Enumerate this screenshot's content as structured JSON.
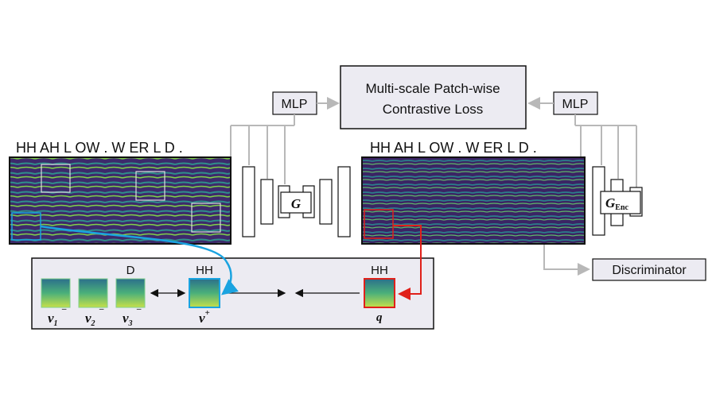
{
  "loss_box": {
    "line1": "Multi-scale Patch-wise",
    "line2": "Contrastive Loss"
  },
  "mlp_left": {
    "label": "MLP"
  },
  "mlp_right": {
    "label": "MLP"
  },
  "generator": {
    "label": "G"
  },
  "encoder": {
    "label": "G",
    "subscript": "Enc"
  },
  "discriminator": {
    "label": "Discriminator"
  },
  "transcript_source": {
    "text": "HH AH L OW . W ER L D ."
  },
  "transcript_output": {
    "text": "HH AH L OW . W ER L D ."
  },
  "negatives": [
    {
      "label": "v",
      "sub": "1",
      "sup": "–"
    },
    {
      "label": "v",
      "sub": "2",
      "sup": "–"
    },
    {
      "label": "v",
      "sub": "3",
      "sup": "–",
      "phoneme": "D"
    }
  ],
  "positive": {
    "label": "v",
    "sup": "+",
    "phoneme": "HH"
  },
  "query": {
    "label": "q",
    "phoneme": "HH"
  },
  "colors": {
    "spec_bg": "#3b1f5e",
    "positive_border": "#1aa3e0",
    "query_border": "#e0201a",
    "arrow_gray": "#b8b8b8",
    "panel_bg": "#ecebf2",
    "loss_bg": "#ecebf2"
  }
}
